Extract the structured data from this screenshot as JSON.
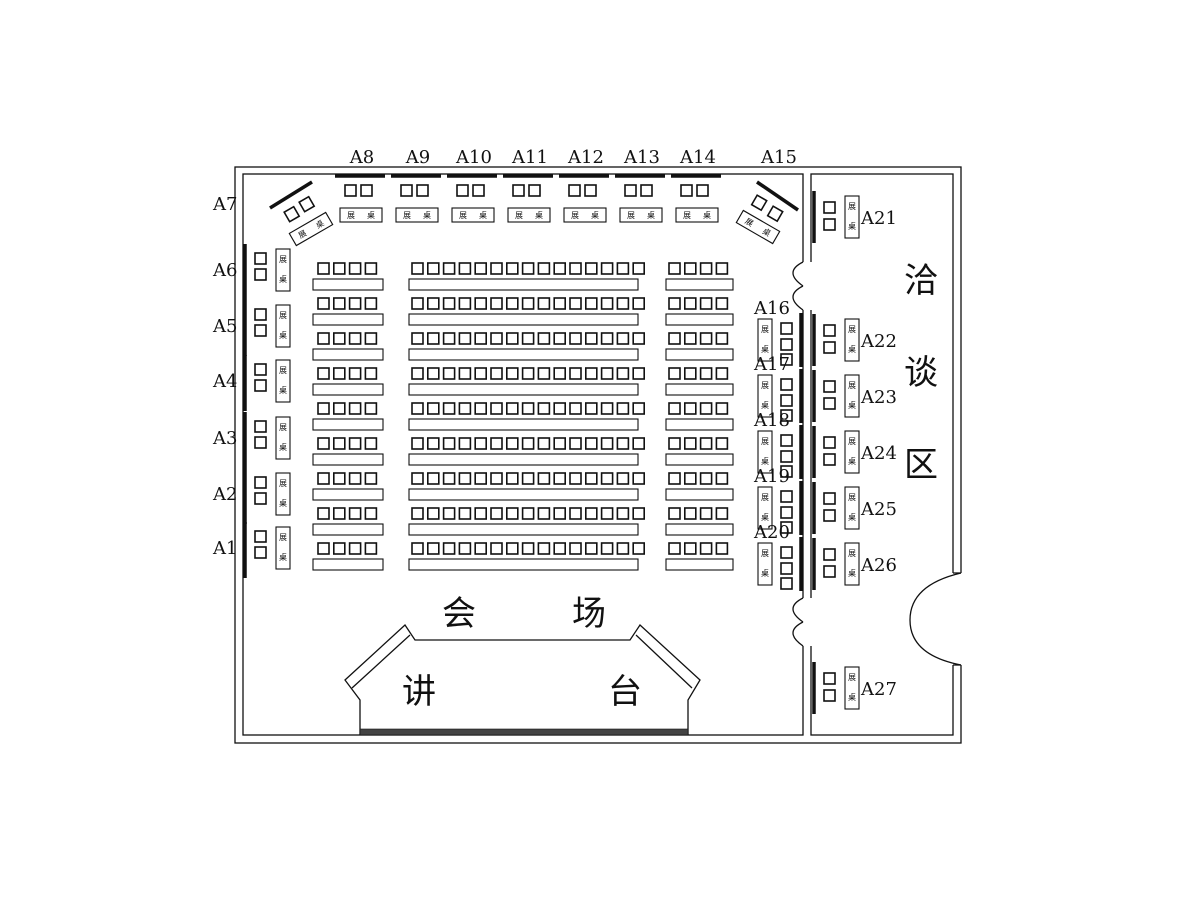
{
  "booths": {
    "top": [
      "A8",
      "A9",
      "A10",
      "A11",
      "A12",
      "A13",
      "A14"
    ],
    "corner_left": "A7",
    "corner_right": "A15",
    "left": [
      "A6",
      "A5",
      "A4",
      "A3",
      "A2",
      "A1"
    ],
    "inner_right": [
      "A16",
      "A17",
      "A18",
      "A19",
      "A20"
    ],
    "lounge": [
      "A21",
      "A22",
      "A23",
      "A24",
      "A25",
      "A26",
      "A27"
    ]
  },
  "table_text": [
    "展",
    "桌"
  ],
  "areas": {
    "hall": [
      "会",
      "场"
    ],
    "stage": [
      "讲",
      "台"
    ],
    "lounge": [
      "洽",
      "谈",
      "区"
    ]
  }
}
